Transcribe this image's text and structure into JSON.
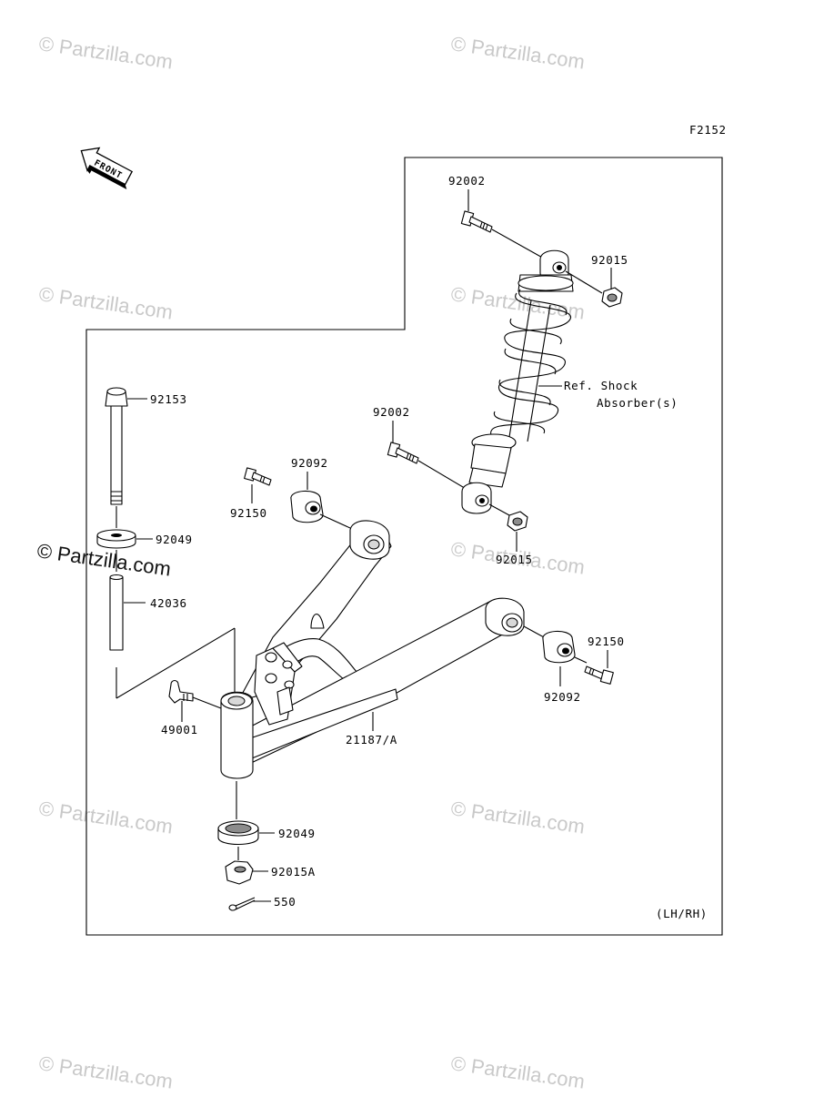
{
  "diagram": {
    "figure_code": "F2152",
    "front_label": "FRONT",
    "variant_note": "(LH/RH)",
    "labels": {
      "bolt_top": "92002",
      "nut_top": "92015",
      "shock_ref_line1": "Ref. Shock",
      "shock_ref_line2": "Absorber(s)",
      "bolt_mid": "92002",
      "nut_mid": "92015",
      "pivot_bolt": "92153",
      "washer_top": "92049",
      "collar_long": "42036",
      "bushing_left": "92092",
      "bolt_left": "92150",
      "bolt_right": "92150",
      "bushing_right": "92092",
      "grease_fitting": "49001",
      "arm": "21187/A",
      "seal_bottom": "92049",
      "nut_bottom": "92015A",
      "cotter_pin": "550"
    },
    "watermark_text": "© Partzilla.com",
    "colors": {
      "line": "#000000",
      "watermark": "#c9c9c9"
    }
  }
}
